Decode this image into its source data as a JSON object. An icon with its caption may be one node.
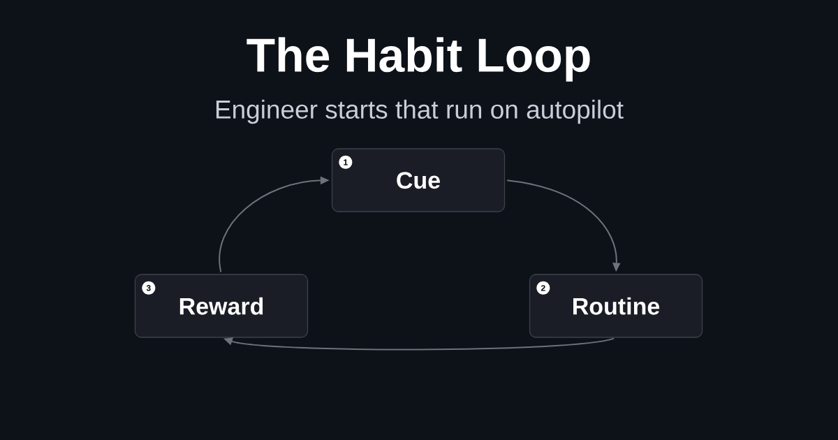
{
  "diagram": {
    "title": "The Habit Loop",
    "caption": "Engineer starts that run on autopilot",
    "nodes": [
      {
        "text": [
          "1",
          "Cue"
        ]
      },
      {
        "text": [
          "2",
          "Routine"
        ]
      },
      {
        "text": [
          "3",
          "Reward"
        ]
      }
    ],
    "edges": [
      {
        "from": 0,
        "to": 1,
        "arrow": "to"
      },
      {
        "from": 1,
        "to": 2,
        "arrow": "to"
      },
      {
        "from": 2,
        "to": 0,
        "arrow": "to"
      }
    ]
  }
}
